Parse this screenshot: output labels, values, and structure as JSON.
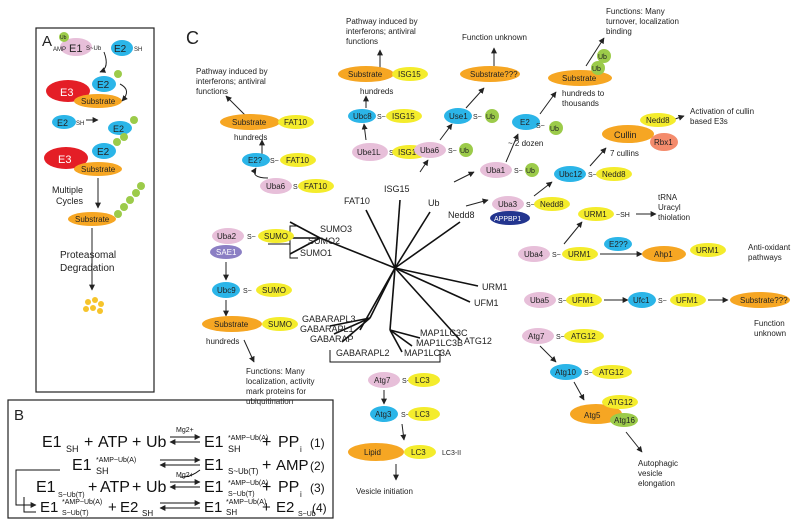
{
  "panel_a": {
    "letter": "A",
    "e1": "E1",
    "amp": "AMP",
    "s_ub": "S~Ub",
    "ub": "Ub",
    "e2": "E2",
    "sh": "SH",
    "e3": "E3",
    "substrate": "Substrate",
    "multiple": "Multiple",
    "cycles": "Cycles",
    "proteasomal": "Proteasomal",
    "degradation": "Degradation"
  },
  "panel_b": {
    "letter": "B",
    "plus": "+",
    "atp": "ATP",
    "ub": "Ub",
    "mg": "Mg2+",
    "e1": "E1",
    "e2": "E2",
    "pp": "PP",
    "pp_sub": "i",
    "amp": "AMP",
    "sh": "SH",
    "s_ub_a": "*AMP~Ub(A)",
    "s_ub_t": "S~Ub(T)",
    "s_ub": "S~Ub",
    "n1": "(1)",
    "n2": "(2)",
    "n3": "(3)",
    "n4": "(4)"
  },
  "panel_c": {
    "letter": "C",
    "tree_labels": {
      "fat10": "FAT10",
      "isg15": "ISG15",
      "ub": "Ub",
      "nedd8": "Nedd8",
      "sumo3": "SUMO3",
      "sumo2": "SUMO2",
      "sumo1": "SUMO1",
      "urm1": "URM1",
      "ufm1": "UFM1",
      "atg12": "ATG12",
      "gabarapl3": "GABARAPL3",
      "gabarapl1": "GABARAPL1",
      "gabarap": "GABARAP",
      "gabarapl2": "GABARAPL2",
      "map1lc3c": "MAP1LC3C",
      "map1lc3b": "MAP1LC3B",
      "map1lc3a": "MAP1LC3A"
    },
    "fat10_path": {
      "note": [
        "Pathway induced by",
        "interferons; antiviral",
        "functions"
      ],
      "substrate": "Substrate",
      "mod": "FAT10",
      "hundreds": "hundreds",
      "e2": "E2?",
      "s": "S~",
      "e1": "Uba6"
    },
    "isg15_path": {
      "note": [
        "Pathway induced by",
        "interferons; antiviral",
        "functions"
      ],
      "substrate": "Substrate",
      "mod": "ISG15",
      "hundreds": "hundreds",
      "e2": "Ubc8",
      "e1": "Ube1L",
      "s": "S~"
    },
    "unknown_top": {
      "note": "Function unknown",
      "substrate": "Substrate???"
    },
    "ub_path": {
      "note": [
        "Functions: Many",
        "turnover, localization",
        "binding"
      ],
      "substrate": "Substrate",
      "ub": "Ub",
      "e2_a": "Use1",
      "e2_b": "E2",
      "dozen": "~ 2 dozen",
      "hundreds": [
        "hundreds to",
        "thousands"
      ],
      "e1_a": "Uba6",
      "e1_b": "Uba1",
      "s": "S~"
    },
    "nedd8_path": {
      "note": [
        "Activation of cullin",
        "based E3s"
      ],
      "cullin": "Cullin",
      "nedd8": "Nedd8",
      "rbx1": "Rbx1",
      "cullins": "7 cullins",
      "e2": "Ubc12",
      "e1": "Uba3",
      "appbp1": "APPBP1",
      "s": "S~"
    },
    "sumo_path": {
      "e1": "Uba2",
      "sae1": "SAE1",
      "mod": "SUMO",
      "s": "S~",
      "e2": "Ubc9",
      "substrate": "Substrate",
      "hundreds": "hundreds",
      "note": [
        "Functions: Many",
        "localization, activity",
        "mark proteins for",
        "ubiquitination"
      ]
    },
    "urm1_path": {
      "e1": "Uba4",
      "mod": "URM1",
      "sh": "~SH",
      "s": "S~",
      "trna": [
        "tRNA",
        "Uracyl",
        "thiolation"
      ],
      "e2": "E2??",
      "ahp1": "Ahp1",
      "anti": [
        "Anti-oxidant",
        "pathways"
      ]
    },
    "ufm1_path": {
      "e1": "Uba5",
      "mod": "UFM1",
      "e2": "Ufc1",
      "substrate": "Substrate???",
      "note": [
        "Function",
        "unknown"
      ],
      "s": "S~"
    },
    "atg12_path": {
      "e1": "Atg7",
      "mod": "ATG12",
      "e2": "Atg10",
      "atg5": "Atg5",
      "atg16": "Atg16",
      "note": [
        "Autophagic",
        "vesicle",
        "elongation"
      ],
      "s": "S~"
    },
    "lc3_path": {
      "e1": "Atg7",
      "mod": "LC3",
      "e2": "Atg3",
      "lipid": "Lipid",
      "lc3ii": "LC3-II",
      "note": "Vesicle initiation",
      "s": "S~"
    }
  },
  "colors": {
    "orange": "#f6a623",
    "yellow": "#f4ec2c",
    "blue": "#2bb5e8",
    "pink": "#e7bfd9",
    "red": "#e41e26",
    "green": "#9ccb4a",
    "salmon": "#f48b6c",
    "navy": "#23358f",
    "purple": "#8b7fc4"
  }
}
